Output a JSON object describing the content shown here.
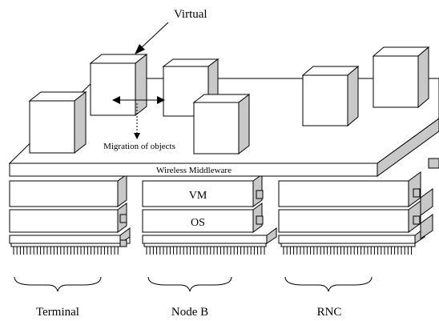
{
  "labels": {
    "virtual": "Virtual",
    "migration": "Migration of objects",
    "middleware": "Wireless Middleware",
    "vm": "VM",
    "os": "OS"
  },
  "nodes": [
    {
      "id": "terminal",
      "label": "Terminal"
    },
    {
      "id": "nodeb",
      "label": "Node B"
    },
    {
      "id": "rnc",
      "label": "RNC"
    }
  ],
  "colors": {
    "line": "#000000",
    "face": "#ffffff",
    "shade": "#c8c8c8"
  }
}
